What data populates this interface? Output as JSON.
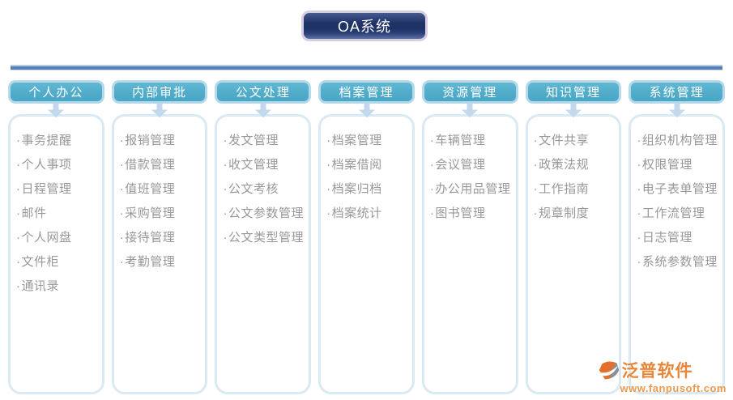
{
  "page_title": "OA系统",
  "colors": {
    "title_bg": "#1d3166",
    "title_border": "#d6cfe2",
    "header_bg": "#50acca",
    "header_border": "#b5d9e9",
    "panel_border": "#d9eaf5",
    "divider": "#567fb4",
    "arrow": "#c3d8ec",
    "item_text": "#989898",
    "watermark_orange": "#e8873b"
  },
  "columns": [
    {
      "header": "个人办公",
      "items": [
        "事务提醒",
        "个人事项",
        "日程管理",
        "邮件",
        "个人网盘",
        "文件柜",
        "通讯录"
      ]
    },
    {
      "header": "内部审批",
      "items": [
        "报销管理",
        "借款管理",
        "值班管理",
        "采购管理",
        "接待管理",
        "考勤管理"
      ]
    },
    {
      "header": "公文处理",
      "items": [
        "发文管理",
        "收文管理",
        "公文考核",
        "公文参数管理",
        "公文类型管理"
      ]
    },
    {
      "header": "档案管理",
      "items": [
        "档案管理",
        "档案借阅",
        "档案归档",
        "档案统计"
      ]
    },
    {
      "header": "资源管理",
      "items": [
        "车辆管理",
        "会议管理",
        "办公用品管理",
        "图书管理"
      ]
    },
    {
      "header": "知识管理",
      "items": [
        "文件共享",
        "政策法规",
        "工作指南",
        "规章制度"
      ]
    },
    {
      "header": "系统管理",
      "items": [
        "组织机构管理",
        "权限管理",
        "电子表单管理",
        "工作流管理",
        "日志管理",
        "系统参数管理"
      ]
    }
  ],
  "watermark": {
    "brand": "泛普软件",
    "url": "www.fanpusoft.com"
  }
}
